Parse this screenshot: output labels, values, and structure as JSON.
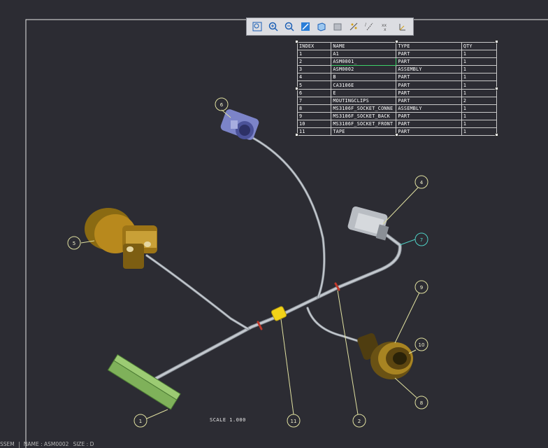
{
  "toolbar": {
    "icons": [
      "zoom-window-icon",
      "zoom-in-icon",
      "zoom-out-icon",
      "refit-icon",
      "view-orientation-icon",
      "saved-views-icon",
      "datum-display-icon",
      "axis-display-icon",
      "point-display-icon",
      "csys-display-icon"
    ]
  },
  "bom": {
    "headers": [
      "INDEX",
      "NAME",
      "TYPE",
      "QTY"
    ],
    "rows": [
      [
        "1",
        "A1",
        "PART",
        "1"
      ],
      [
        "2",
        "ASM0001_",
        "PART",
        "1"
      ],
      [
        "3",
        "ASM0002",
        "ASSEMBLY",
        "1"
      ],
      [
        "4",
        "B",
        "PART",
        "1"
      ],
      [
        "5",
        "CA3106E",
        "PART",
        "1"
      ],
      [
        "6",
        "E",
        "PART",
        "1"
      ],
      [
        "7",
        "MOUTINGCLIPS",
        "PART",
        "2"
      ],
      [
        "8",
        "MS3106F_SOCKET_CONNE",
        "ASSEMBLY",
        "1"
      ],
      [
        "9",
        "MS3106F_SOCKET_BACK",
        "PART",
        "1"
      ],
      [
        "10",
        "MS3106F_SOCKET_FRONT",
        "PART",
        "1"
      ],
      [
        "11",
        "TAPE",
        "PART",
        "1"
      ]
    ]
  },
  "balloons": [
    "1",
    "2",
    "4",
    "5",
    "6",
    "7",
    "8",
    "9",
    "10",
    "11"
  ],
  "scale_label": "SCALE  1.000",
  "status": {
    "assem": "SSEM",
    "name": "NAME : ASM0002",
    "size": "SIZE : D"
  },
  "colors": {
    "background": "#2c2c33",
    "border": "#e6e6e6",
    "leader": "#e0e0a0",
    "selected_balloon": "#4fd1c5",
    "cable": "#aeb4bc"
  }
}
